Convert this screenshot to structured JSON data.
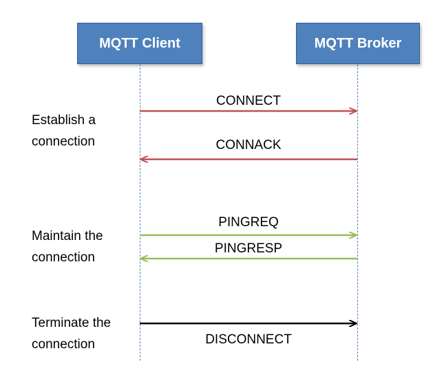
{
  "actors": {
    "client": "MQTT Client",
    "broker": "MQTT Broker"
  },
  "phases": {
    "establish": {
      "line1": "Establish a",
      "line2": "connection"
    },
    "maintain": {
      "line1": "Maintain the",
      "line2": "connection"
    },
    "terminate": {
      "line1": "Terminate the",
      "line2": "connection"
    }
  },
  "messages": {
    "connect": "CONNECT",
    "connack": "CONNACK",
    "pingreq": "PINGREQ",
    "pingresp": "PINGRESP",
    "disconnect": "DISCONNECT"
  },
  "colors": {
    "actor_fill": "#4f81bd",
    "connect_arrow": "#c0504d",
    "ping_arrow": "#9bbb59",
    "disconnect_arrow": "#000000"
  }
}
